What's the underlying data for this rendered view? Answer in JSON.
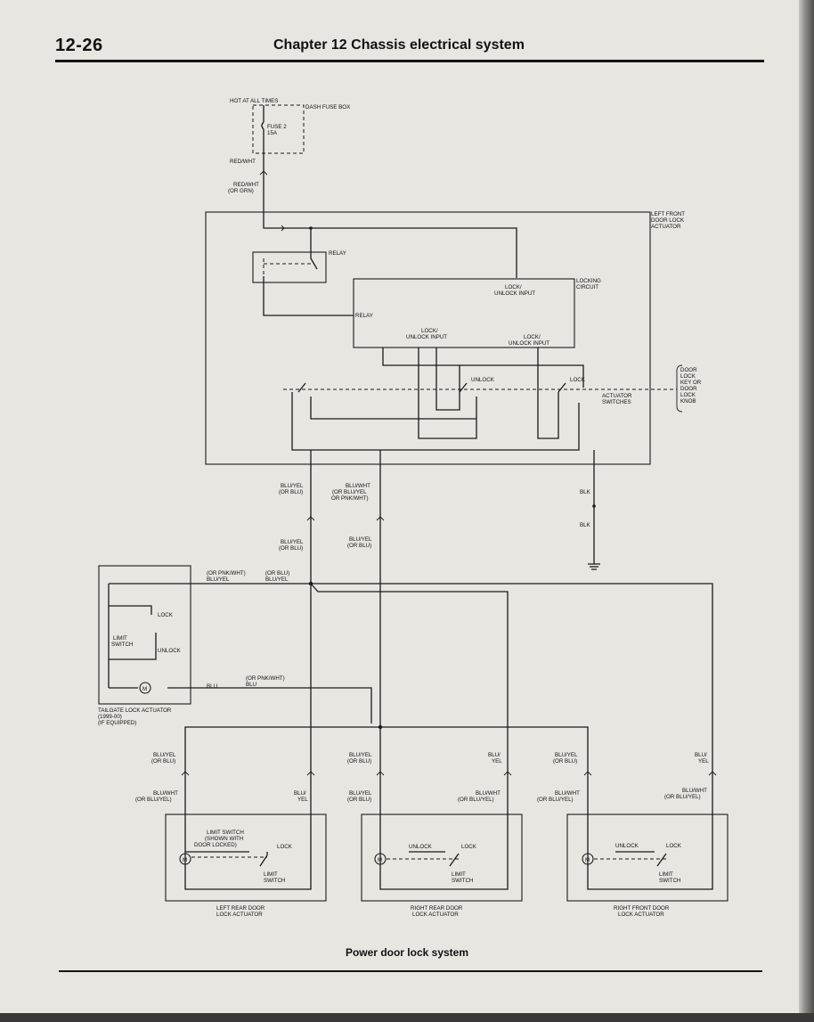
{
  "header": {
    "page_number": "12-26",
    "chapter_title": "Chapter 12  Chassis electrical system"
  },
  "caption": "Power door lock system",
  "diagram": {
    "hot_at_all_times": "HOT AT ALL TIMES",
    "dash_fuse_box": "DASH FUSE BOX",
    "fuse_name": "FUSE 2",
    "fuse_rating": "15A",
    "red_wht": "RED/WHT",
    "red_wht2": "RED/WHT",
    "or_grn": "(OR GRN)",
    "lf_actuator": [
      "LEFT FRONT",
      "DOOR LOCK",
      "ACTUATOR"
    ],
    "relay_label": "RELAY",
    "relay_label2": "RELAY",
    "lock_unlock_input_top": [
      "LOCK/",
      "UNLOCK INPUT"
    ],
    "locking_circuit": [
      "LOCKING",
      "CIRCUIT"
    ],
    "lock_unlock_input_left": [
      "LOCK/",
      "UNLOCK INPUT"
    ],
    "lock_unlock_input_right": [
      "LOCK/",
      "UNLOCK INPUT"
    ],
    "unlock_label": "UNLOCK",
    "lock_label": "LOCK",
    "actuator_switches": [
      "ACTUATOR",
      "SWITCHES"
    ],
    "door_lock_key": [
      "DOOR",
      "LOCK",
      "KEY OR",
      "DOOR",
      "LOCK",
      "KNOB"
    ],
    "wire_blu_yel_a": [
      "BLU/YEL",
      "(OR BLU)"
    ],
    "wire_blu_wht_a": [
      "BLU/WHT",
      "(OR BLU/YEL",
      "OR PNK/WHT)"
    ],
    "blk1": "BLK",
    "blk2": "BLK",
    "wire_blu_yel_b": [
      "BLU/YEL",
      "(OR BLU)"
    ],
    "wire_blu_yel_c": [
      "BLU/YEL",
      "(OR BLU)"
    ],
    "or_pnk_wht": "(OR PNK/WHT)",
    "blu_yel_l": "BLU/YEL",
    "or_blu": "(OR BLU)",
    "blu_yel_r": "BLU/YEL",
    "tg_lock": "LOCK",
    "tg_limit_switch": [
      "LIMIT",
      "SWITCH"
    ],
    "tg_unlock": "UNLOCK",
    "blu1": "BLU",
    "or_pnk_wht2": "(OR PNK/WHT)",
    "blu2": "BLU",
    "tailgate_actuator": [
      "TAILGATE LOCK ACTUATOR",
      "(1999-00)",
      "(IF EQUIPPED)"
    ],
    "w_lr_top": [
      "BLU/YEL",
      "(OR BLU)"
    ],
    "w_rr_top": [
      "BLU/YEL",
      "(OR BLU)"
    ],
    "w_blu_yel_short": [
      "BLU/",
      "YEL"
    ],
    "w_rf_top": [
      "BLU/YEL",
      "(OR BLU)"
    ],
    "w_rf_short": [
      "BLU/",
      "YEL"
    ],
    "w_lr_bot": [
      "BLU/WHT",
      "(OR BLU/YEL)"
    ],
    "w_lr_bot2": [
      "BLU/",
      "YEL"
    ],
    "w_rr_bot": [
      "BLU/YEL",
      "(OR BLU)"
    ],
    "w_rr_bot2": [
      "BLU/WHT",
      "(OR BLU/YEL)"
    ],
    "w_rf_bot": [
      "BLU/WHT",
      "(OR BLU/YEL)"
    ],
    "w_rf_bot2": [
      "BLU/WHT",
      "(OR BLU/YEL)"
    ],
    "lr_limit_shown": [
      "LIMIT SWITCH",
      "(SHOWN WITH",
      "DOOR LOCKED)"
    ],
    "lr_lock": "LOCK",
    "lr_limit": [
      "LIMIT",
      "SWITCH"
    ],
    "lr_actuator": [
      "LEFT REAR DOOR",
      "LOCK ACTUATOR"
    ],
    "rr_unlock": "UNLOCK",
    "rr_lock": "LOCK",
    "rr_limit": [
      "LIMIT",
      "SWITCH"
    ],
    "rr_actuator": [
      "RIGHT REAR DOOR",
      "LOCK ACTUATOR"
    ],
    "rf_unlock": "UNLOCK",
    "rf_lock": "LOCK",
    "rf_limit": [
      "LIMIT",
      "SWITCH"
    ],
    "rf_actuator": [
      "RIGHT FRONT DOOR",
      "LOCK ACTUATOR"
    ],
    "motor": "M"
  }
}
